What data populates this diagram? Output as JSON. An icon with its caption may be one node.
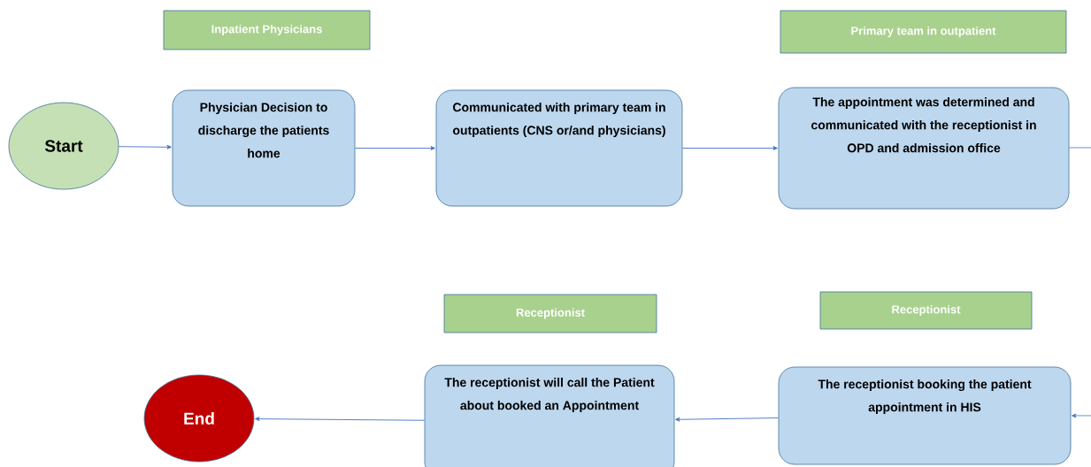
{
  "diagram": {
    "nodes": [
      {
        "text": [
          "Inpatient Physicians"
        ]
      },
      {
        "text": [
          "Primary team in outpatient"
        ]
      },
      {
        "text": [
          "Start"
        ]
      },
      {
        "text": [
          "Physician Decision to discharge the patients home"
        ]
      },
      {
        "text": [
          "Communicated with primary team in outpatients (CNS or/and physicians)"
        ]
      },
      {
        "text": [
          "The  appointment was determined and communicated with the receptionist in OPD and admission office"
        ]
      },
      {
        "text": [
          "Receptionist"
        ]
      },
      {
        "text": [
          "Receptionist"
        ]
      },
      {
        "text": [
          "End"
        ]
      },
      {
        "text": [
          "The receptionist will call the Patient about booked an Appointment"
        ]
      },
      {
        "text": [
          "The receptionist booking the patient  appointment in HIS"
        ]
      }
    ],
    "edges": [
      {
        "from": 2,
        "to": 3,
        "arrow": "to"
      },
      {
        "from": 3,
        "to": 4,
        "arrow": "to"
      },
      {
        "from": 4,
        "to": 5,
        "arrow": "to"
      },
      {
        "from": 5,
        "to": null,
        "arrow": "none"
      },
      {
        "from": null,
        "to": 10,
        "arrow": "to"
      },
      {
        "from": 10,
        "to": 9,
        "arrow": "to"
      },
      {
        "from": 9,
        "to": 8,
        "arrow": "to"
      }
    ]
  }
}
